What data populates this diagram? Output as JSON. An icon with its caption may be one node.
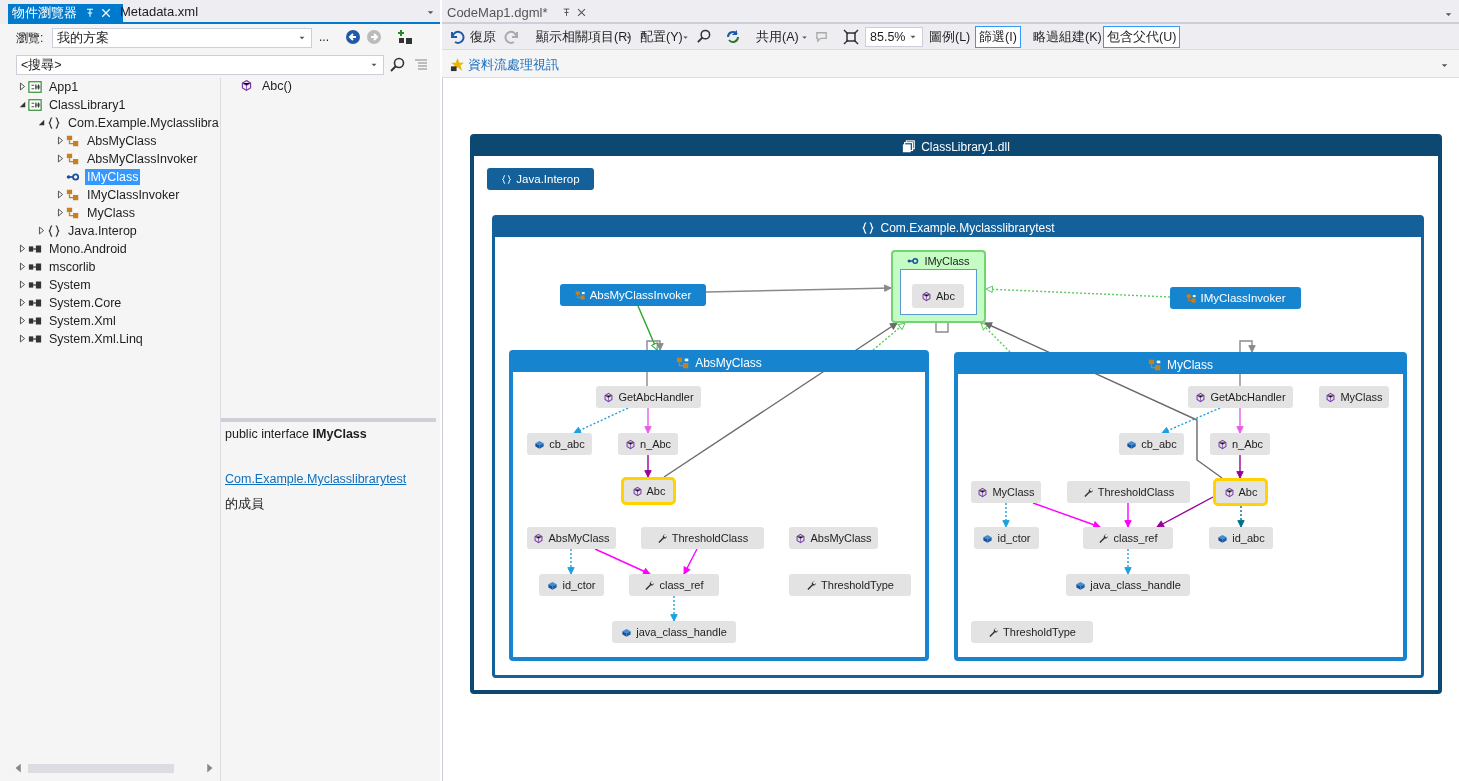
{
  "diagram": {
    "nodes": [
      {
        "text": [
          "ClassLibrary1.dll"
        ]
      },
      {
        "text": [
          "Java.Interop"
        ],
        "in": 0
      },
      {
        "text": [
          "Com.Example.Myclasslibrarytest"
        ],
        "in": 0
      },
      {
        "text": [
          "IMyClass"
        ],
        "in": 2
      },
      {
        "text": [
          "Abc"
        ],
        "in": 3
      },
      {
        "text": [
          "AbsMyClassInvoker"
        ],
        "in": 2
      },
      {
        "text": [
          "IMyClassInvoker"
        ],
        "in": 2
      },
      {
        "text": [
          "AbsMyClass"
        ],
        "in": 2
      },
      {
        "text": [
          "GetAbcHandler"
        ],
        "in": 7
      },
      {
        "text": [
          "cb_abc"
        ],
        "in": 7
      },
      {
        "text": [
          "n_Abc"
        ],
        "in": 7
      },
      {
        "text": [
          "Abc"
        ],
        "in": 7
      },
      {
        "text": [
          "AbsMyClass"
        ],
        "in": 7
      },
      {
        "text": [
          "ThresholdClass"
        ],
        "in": 7
      },
      {
        "text": [
          "AbsMyClass"
        ],
        "in": 7
      },
      {
        "text": [
          "id_ctor"
        ],
        "in": 7
      },
      {
        "text": [
          "class_ref"
        ],
        "in": 7
      },
      {
        "text": [
          "ThresholdType"
        ],
        "in": 7
      },
      {
        "text": [
          "java_class_handle"
        ],
        "in": 7
      },
      {
        "text": [
          "MyClass"
        ],
        "in": 2
      },
      {
        "text": [
          "GetAbcHandler"
        ],
        "in": 19
      },
      {
        "text": [
          "MyClass"
        ],
        "in": 19
      },
      {
        "text": [
          "cb_abc"
        ],
        "in": 19
      },
      {
        "text": [
          "n_Abc"
        ],
        "in": 19
      },
      {
        "text": [
          "MyClass"
        ],
        "in": 19
      },
      {
        "text": [
          "ThresholdClass"
        ],
        "in": 19
      },
      {
        "text": [
          "Abc"
        ],
        "in": 19
      },
      {
        "text": [
          "id_ctor"
        ],
        "in": 19
      },
      {
        "text": [
          "class_ref"
        ],
        "in": 19
      },
      {
        "text": [
          "id_abc"
        ],
        "in": 19
      },
      {
        "text": [
          "java_class_handle"
        ],
        "in": 19
      },
      {
        "text": [
          "ThresholdType"
        ],
        "in": 19
      }
    ],
    "edges": [
      {
        "from": 5,
        "to": 3,
        "arrow": "to",
        "color": "#8a8a8a"
      },
      {
        "from": 5,
        "to": 7,
        "arrow": "to",
        "color": "#22a822"
      },
      {
        "from": 6,
        "to": 3,
        "arrow": "to",
        "style": "dashed",
        "color": "#5cc85c"
      },
      {
        "from": 7,
        "to": 3,
        "arrow": "to",
        "style": "dashed",
        "color": "#5cc85c"
      },
      {
        "from": 19,
        "to": 3,
        "arrow": "to",
        "style": "dashed",
        "color": "#5cc85c"
      },
      {
        "from": 4,
        "to": 4,
        "arrow": "to",
        "color": "#8a8a8a"
      },
      {
        "from": 8,
        "to": 7,
        "arrow": "to",
        "color": "#8a8a8a"
      },
      {
        "from": 11,
        "to": 3,
        "arrow": "to",
        "color": "#6a6a6a"
      },
      {
        "from": 8,
        "to": 9,
        "arrow": "to",
        "style": "dashed",
        "color": "#1ba1e2"
      },
      {
        "from": 8,
        "to": 10,
        "arrow": "to",
        "color": "#e85ce8"
      },
      {
        "from": 10,
        "to": 11,
        "arrow": "to",
        "color": "#990099"
      },
      {
        "from": 12,
        "to": 15,
        "arrow": "to",
        "style": "dashed",
        "color": "#1ba1e2"
      },
      {
        "from": 12,
        "to": 16,
        "arrow": "to",
        "color": "#ff00ff"
      },
      {
        "from": 13,
        "to": 16,
        "arrow": "to",
        "color": "#ff00ff"
      },
      {
        "from": 16,
        "to": 18,
        "arrow": "to",
        "style": "dashed",
        "color": "#1ba1e2"
      },
      {
        "from": 20,
        "to": 19,
        "arrow": "to",
        "color": "#8a8a8a"
      },
      {
        "from": 26,
        "to": 3,
        "arrow": "to",
        "color": "#6a6a6a"
      },
      {
        "from": 20,
        "to": 22,
        "arrow": "to",
        "style": "dashed",
        "color": "#1ba1e2"
      },
      {
        "from": 20,
        "to": 23,
        "arrow": "to",
        "color": "#e85ce8"
      },
      {
        "from": 23,
        "to": 26,
        "arrow": "to",
        "color": "#990099"
      },
      {
        "from": 24,
        "to": 27,
        "arrow": "to",
        "style": "dashed",
        "color": "#1ba1e2"
      },
      {
        "from": 24,
        "to": 28,
        "arrow": "to",
        "color": "#ff00ff"
      },
      {
        "from": 25,
        "to": 28,
        "arrow": "to",
        "color": "#ff00ff"
      },
      {
        "from": 26,
        "to": 28,
        "arrow": "to",
        "color": "#990099"
      },
      {
        "from": 26,
        "to": 29,
        "arrow": "to",
        "style": "dashed",
        "color": "#006e8a"
      },
      {
        "from": 28,
        "to": 30,
        "arrow": "to",
        "style": "dashed",
        "color": "#1ba1e2"
      }
    ],
    "labels": [
      "物件瀏覽器",
      "Metadata.xml",
      "瀏覽:",
      "我的方案",
      "...",
      "<搜尋>",
      "App1",
      "ClassLibrary1",
      "Com.Example.Myclasslibra",
      "AbsMyClass",
      "AbsMyClassInvoker",
      "IMyClass",
      "IMyClassInvoker",
      "MyClass",
      "Java.Interop",
      "Mono.Android",
      "mscorlib",
      "System",
      "System.Core",
      "System.Xml",
      "System.Xml.Linq",
      "Abc()",
      "public interface **IMyClass**",
      "Com.Example.Myclasslibrarytest",
      "的成員",
      "CodeMap1.dgml*",
      "復原",
      "顯示相關項目(R)",
      "配置(Y)",
      "共用(A)",
      "85.5%",
      "圖例(L)",
      "篩選(I)",
      "略過組建(K)",
      "包含父代(U)",
      "資料流處理視訊"
    ]
  }
}
